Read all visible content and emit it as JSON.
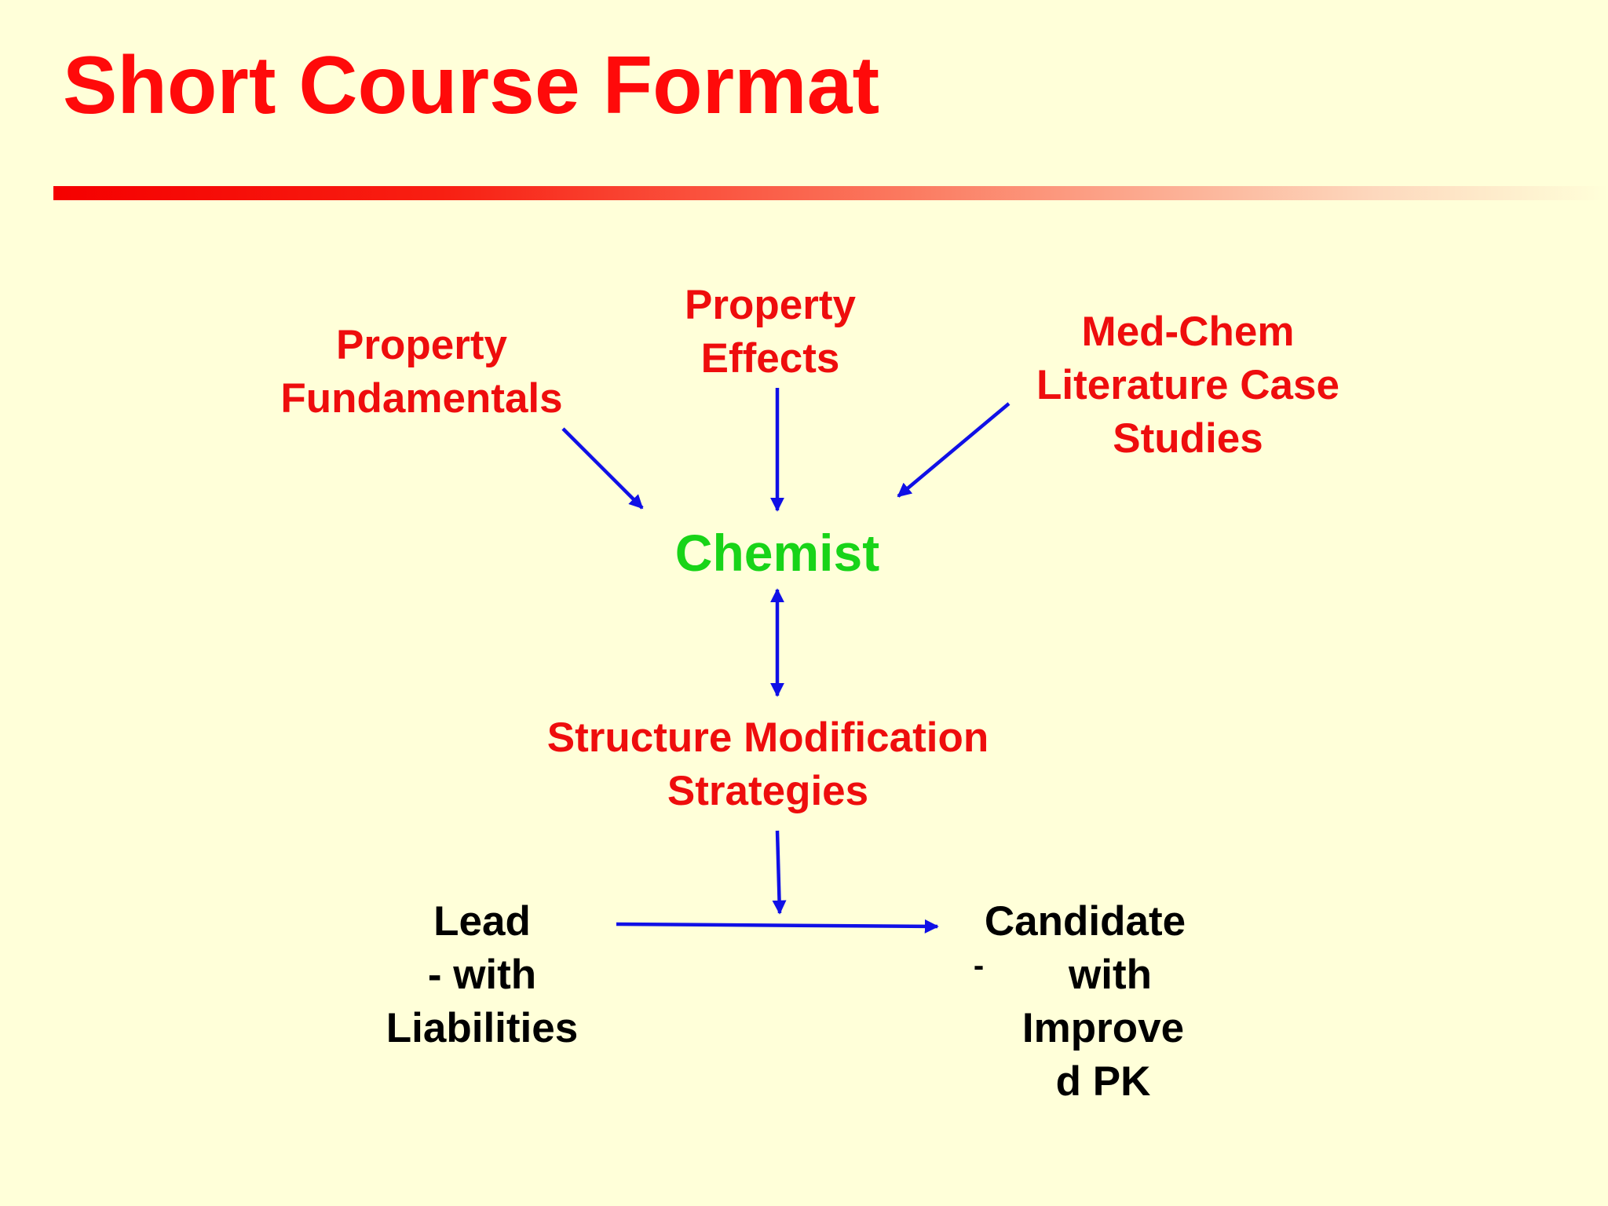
{
  "slide": {
    "title": "Short Course Format"
  },
  "nodes": {
    "property_fundamentals": [
      "Property",
      "Fundamentals"
    ],
    "property_effects": [
      "Property",
      "Effects"
    ],
    "med_chem": [
      "Med-Chem",
      "Literature Case",
      "Studies"
    ],
    "chemist": "Chemist",
    "structure_modification": [
      "Structure Modification",
      "Strategies"
    ],
    "lead": [
      "Lead",
      "- with",
      "Liabilities"
    ],
    "candidate": {
      "line1": "Candidate",
      "dash": "-",
      "line2": "with",
      "line3": "Improve",
      "line4": "d PK"
    }
  },
  "colors": {
    "title": "#ff0a0a",
    "input_text": "#ee0d0d",
    "chemist": "#18d418",
    "outcome_text": "#000000",
    "arrow": "#1010e6",
    "background": "#ffffd9"
  },
  "connections": [
    {
      "from": "Property Fundamentals",
      "to": "Chemist",
      "direction": "one-way"
    },
    {
      "from": "Property Effects",
      "to": "Chemist",
      "direction": "one-way"
    },
    {
      "from": "Med-Chem Literature Case Studies",
      "to": "Chemist",
      "direction": "one-way"
    },
    {
      "from": "Chemist",
      "to": "Structure Modification Strategies",
      "direction": "two-way"
    },
    {
      "from": "Structure Modification Strategies",
      "to": "Lead to Candidate arrow",
      "direction": "one-way"
    },
    {
      "from": "Lead",
      "to": "Candidate",
      "direction": "one-way"
    }
  ]
}
